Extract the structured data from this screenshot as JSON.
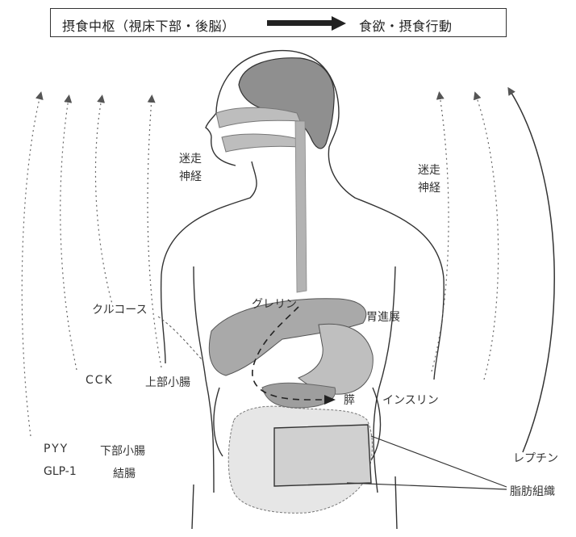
{
  "header": {
    "left_text": "摂食中枢（視床下部・後脳）",
    "right_text": "食欲・摂食行動"
  },
  "labels": {
    "vagus_left_line1": "迷走",
    "vagus_left_line2": "神経",
    "vagus_right_line1": "迷走",
    "vagus_right_line2": "神経",
    "glucose": "クルコース",
    "ghrelin": "グレリン",
    "gastric_distension": "胃進展",
    "cck": "CCK",
    "upper_small_intestine": "上部小腸",
    "pancreas": "膵",
    "insulin": "インスリン",
    "pyy": "PYY",
    "lower_small_intestine": "下部小腸",
    "glp1": "GLP-1",
    "colon": "結腸",
    "leptin": "レプチン",
    "adipose_tissue": "脂肪組織"
  },
  "colors": {
    "organ_fill": "#a9a9a9",
    "brain_fill": "#8f8f8f",
    "outline": "#333333",
    "arrow": "#555555"
  }
}
